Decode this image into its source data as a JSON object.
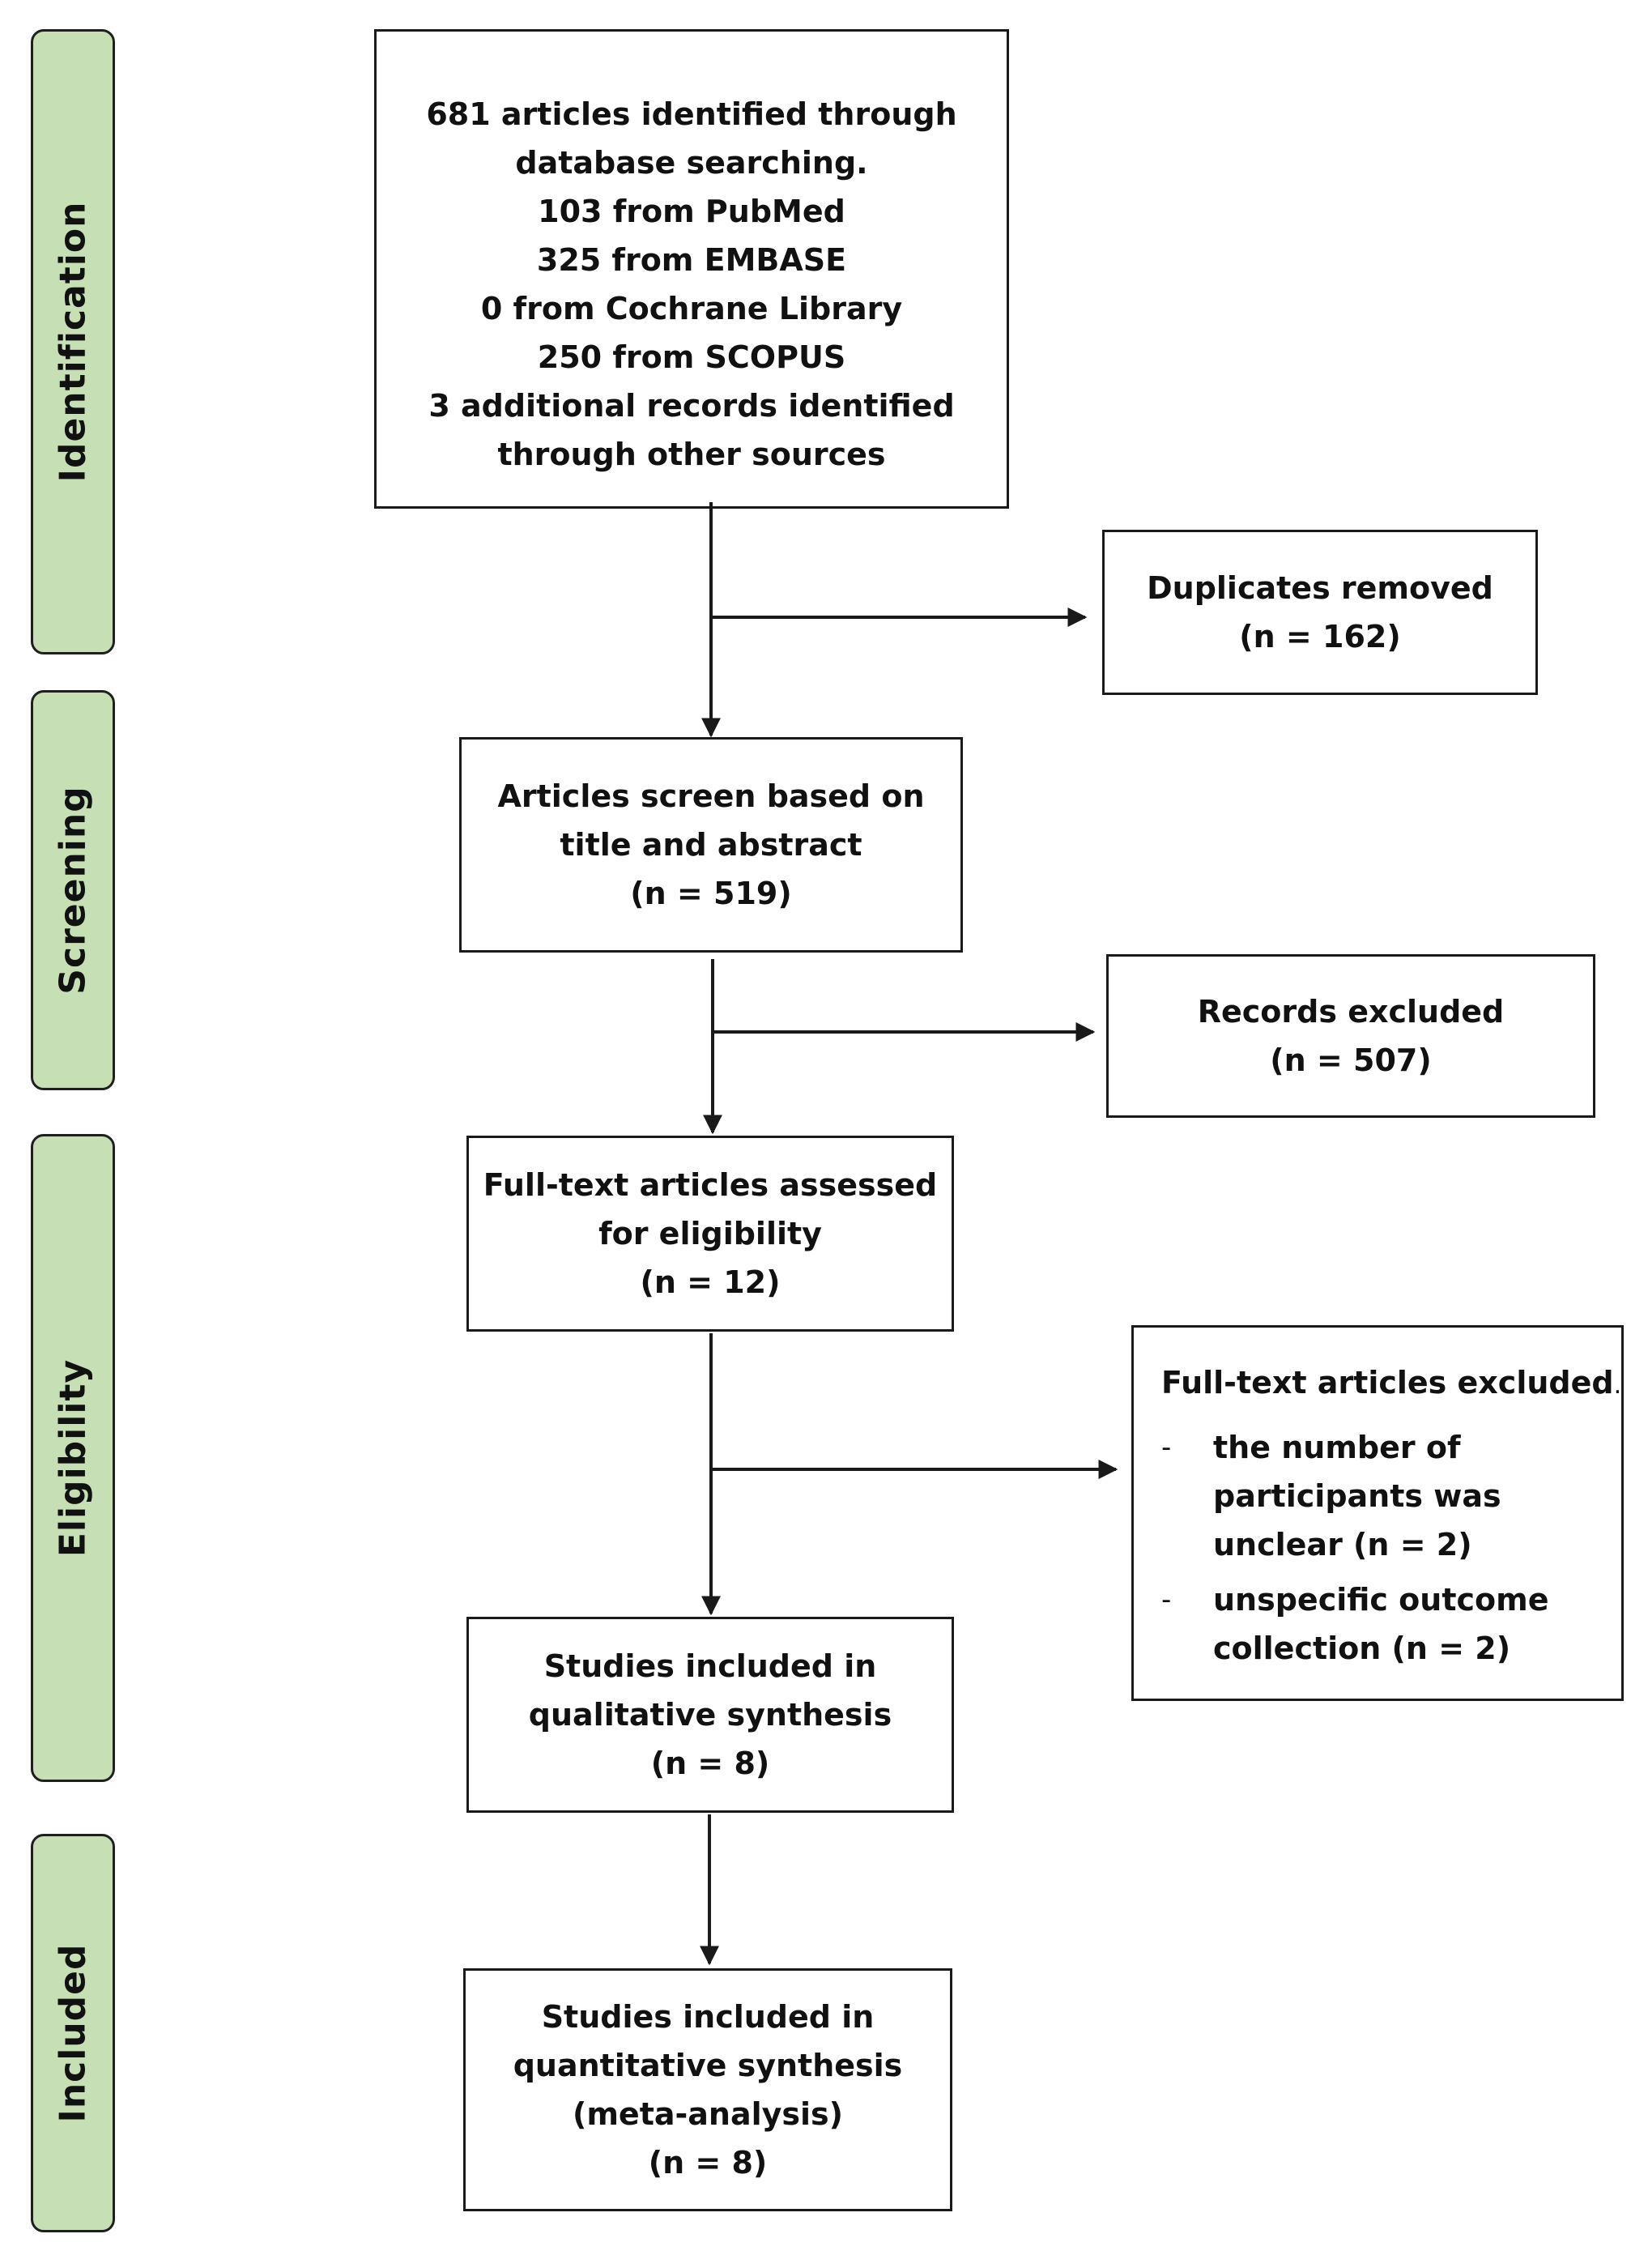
{
  "phases": {
    "identification": "Identification",
    "screening": "Screening",
    "eligibility": "Eligibility",
    "included": "Included"
  },
  "boxes": {
    "identified": [
      "681 articles identified through",
      "database searching.",
      "103 from PubMed",
      "325 from EMBASE",
      "0 from Cochrane Library",
      "250 from SCOPUS",
      "3 additional records identified",
      "through other sources"
    ],
    "duplicates": [
      "Duplicates removed",
      "(n = 162)"
    ],
    "screened": [
      "Articles screen based on",
      "title and abstract",
      "(n = 519)"
    ],
    "records_excluded": [
      "Records excluded",
      "(n = 507)"
    ],
    "fulltext_assessed": [
      "Full-text articles assessed",
      "for eligibility",
      "(n = 12)"
    ],
    "fulltext_excluded": {
      "heading": "Full-text articles excluded",
      "heading_suffix": ".",
      "bullet": "-",
      "items": [
        [
          "the number of",
          "participants was",
          "unclear (n = 2)"
        ],
        [
          "unspecific outcome",
          "collection (n = 2)"
        ]
      ]
    },
    "qualitative": [
      "Studies included in",
      "qualitative synthesis",
      "(n = 8)"
    ],
    "quantitative": [
      "Studies included in",
      "quantitative synthesis",
      "(meta-analysis)",
      "(n = 8)"
    ]
  }
}
